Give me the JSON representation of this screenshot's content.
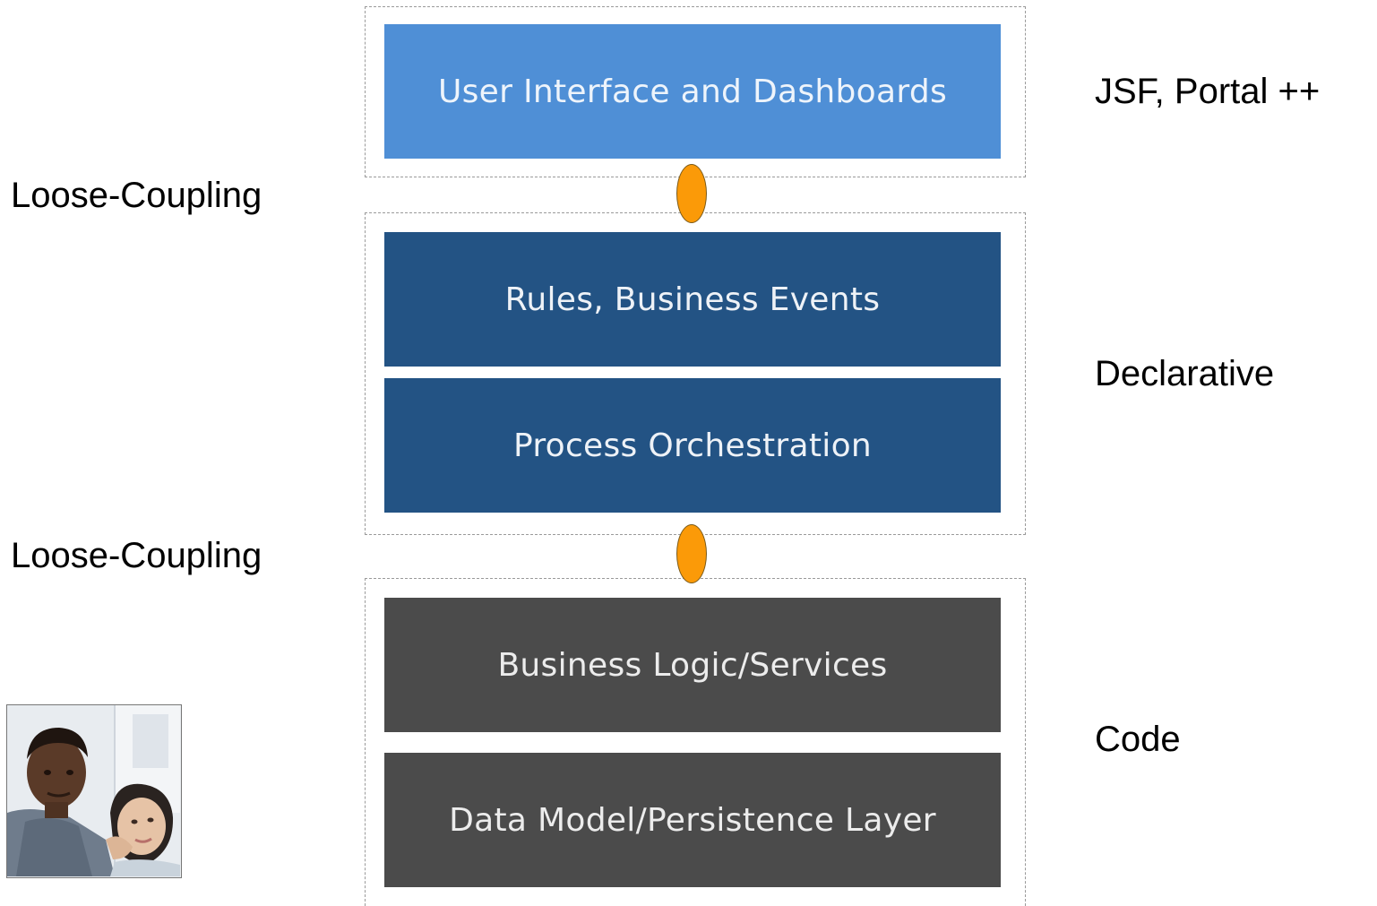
{
  "layers": {
    "ui": "User Interface and Dashboards",
    "rules": "Rules, Business Events",
    "process": "Process Orchestration",
    "business_logic": "Business Logic/Services",
    "data_model": "Data Model/Persistence Layer"
  },
  "categories": {
    "ui": "JSF, Portal ++",
    "declarative": "Declarative",
    "code": "Code"
  },
  "couplings": {
    "upper": "Loose-Coupling",
    "lower": "Loose-Coupling"
  },
  "colors": {
    "ui_layer": "#4f8fd6",
    "declarative_layer": "#235384",
    "code_layer": "#4b4b4b",
    "coupler": "#fb9a08"
  },
  "photo": {
    "icon": "people-photo"
  }
}
